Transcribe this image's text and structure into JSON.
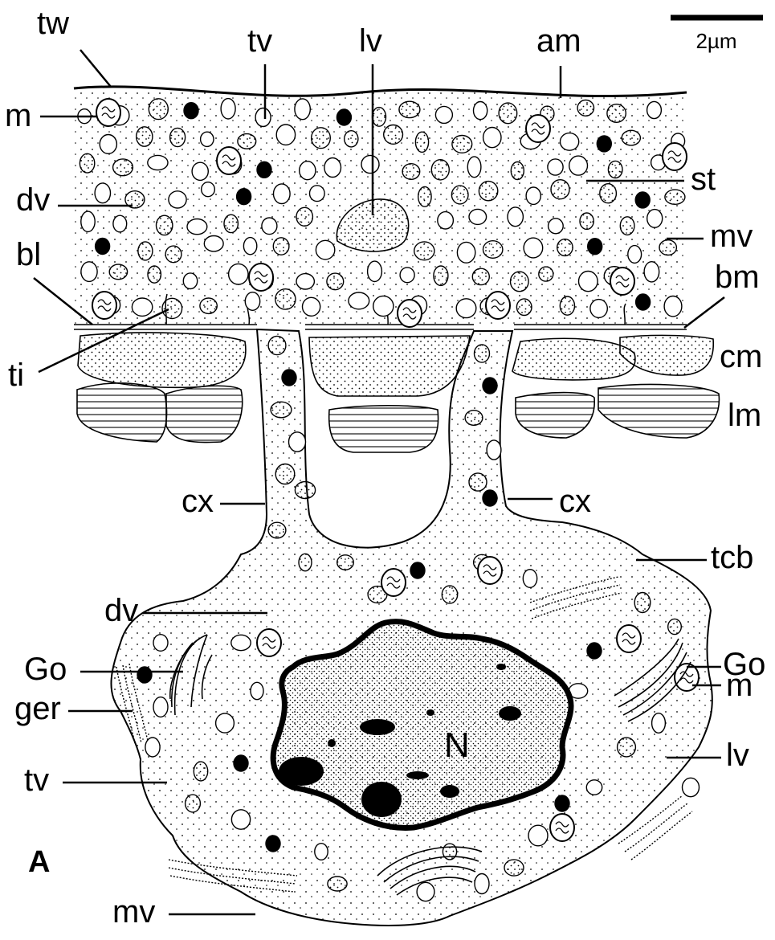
{
  "figure": {
    "panel_letter": "A",
    "scale_bar_label": "2µm",
    "labels": {
      "tw": "tw",
      "tv_top": "tv",
      "lv_top": "lv",
      "am": "am",
      "m_top": "m",
      "st": "st",
      "dv_top": "dv",
      "mv_top": "mv",
      "bl": "bl",
      "bm": "bm",
      "ti": "ti",
      "cm": "cm",
      "lm": "lm",
      "cx_left": "cx",
      "cx_right": "cx",
      "tcb": "tcb",
      "dv_bottom": "dv",
      "Go_left": "Go",
      "Go_right": "Go",
      "ger": "ger",
      "m_bottom": "m",
      "N": "N",
      "tv_bottom": "tv",
      "lv_bottom": "lv",
      "mv_bottom": "mv"
    }
  }
}
